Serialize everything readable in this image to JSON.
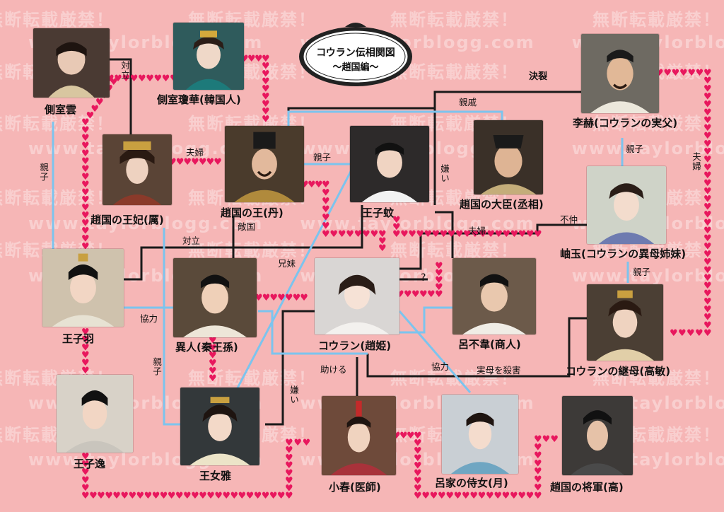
{
  "title": {
    "line1": "コウラン伝相関図",
    "line2": "〜趙国編〜"
  },
  "watermark": {
    "jp": "無断転載厳禁！",
    "url": "www.taylorblogg.com"
  },
  "colors": {
    "background": "#f6b6b6",
    "black_line": "#1a1a1a",
    "blue_line": "#7cc4ee",
    "heart": "#e8175d"
  },
  "people": {
    "sokushitsu_un": "側室雲",
    "sokushitsu_keika": "側室瓊華(韓国人)",
    "oukihi": "趙国の王妃(厲)",
    "chou_ou": "趙国の王(丹)",
    "ouji_ko": "王子蚊",
    "daijin": "趙国の大臣(丞相)",
    "rikaku": "李赫(コウランの実父)",
    "yugyoku": "岫玉(コウランの異母姉妹)",
    "ouji_u": "王子羽",
    "ijin": "異人(秦王孫)",
    "kouran": "コウラン(趙姫)",
    "rofui": "呂不韋(商人)",
    "keibo": "コウランの継母(高敏)",
    "ouji_itsu": "王子逸",
    "oujo_ga": "王女雅",
    "shoushun": "小春(医師)",
    "jijo": "呂家の侍女(月)",
    "shougun": "趙国の将軍(高)"
  },
  "relations": {
    "tairitsu1": "対立",
    "fuufu1": "夫婦",
    "shinshi1": "親子",
    "shinseki": "親戚",
    "ketsuretsu": "決裂",
    "shinshi2": "親子",
    "fuufu2": "夫婦",
    "kirai1": "嫌い",
    "tairitsu2": "対立",
    "tekikoku": "敵国",
    "kyoudai": "兄妹",
    "fuufu3": "夫婦",
    "fuchuu": "不仲",
    "shinshi3": "親子",
    "question": "?",
    "kyouryoku1": "協力",
    "shinshi4": "親子",
    "tasukeru": "助ける",
    "kyouryoku2": "協力",
    "jitsubo": "実母を殺害",
    "kirai2": "嫌い",
    "shinshi5": "親子"
  }
}
